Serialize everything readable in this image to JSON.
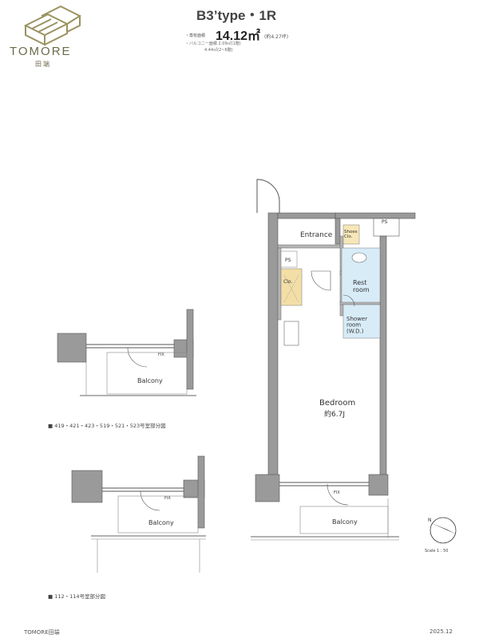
{
  "logo": {
    "brand": "TOMORE",
    "sub": "田端"
  },
  "header": {
    "type_title": "B3’type・1R",
    "area_label": "・専有面積",
    "area_value": "14.12㎡",
    "area_sub": "(約4.27坪)",
    "balcony_note_1": "・バルコニー面積 2.09㎡(1階)",
    "balcony_note_2": "4.44㎡(2~6階)"
  },
  "rooms": {
    "entrance": "Entrance",
    "shoes": "Shoes\nClo.",
    "ps": "PS",
    "clo": "Clo.",
    "rest": "Rest\nroom",
    "shower": "Shower\nroom\n(W.D.)",
    "bedroom": "Bedroom",
    "bedroom_size": "約6.7J",
    "balcony": "Balcony",
    "fix": "FIX"
  },
  "captions": {
    "upper": "■ 419・421・423・519・521・523号室部分図",
    "lower": "■ 112・114号室部分図"
  },
  "scale": "Scale 1 : 50",
  "footer": {
    "left": "TOMORE田端",
    "right": "2025.12"
  }
}
